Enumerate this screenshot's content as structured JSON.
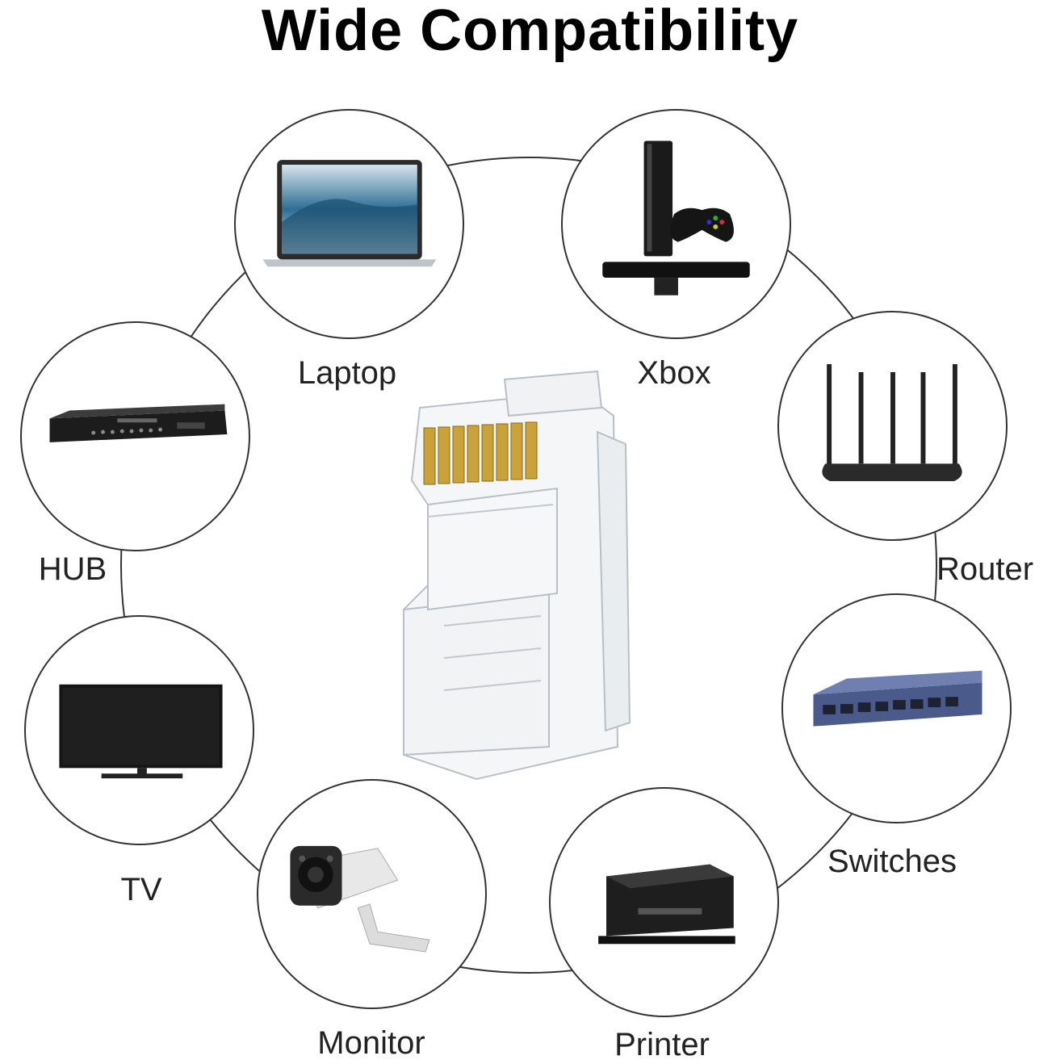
{
  "title": "Wide Compatibility",
  "devices": [
    {
      "key": "laptop",
      "label": "Laptop",
      "icon": "laptop-icon"
    },
    {
      "key": "xbox",
      "label": "Xbox",
      "icon": "xbox-console-icon"
    },
    {
      "key": "router",
      "label": "Router",
      "icon": "router-icon"
    },
    {
      "key": "switches",
      "label": "Switches",
      "icon": "network-switch-icon"
    },
    {
      "key": "printer",
      "label": "Printer",
      "icon": "printer-icon"
    },
    {
      "key": "monitor",
      "label": "Monitor",
      "icon": "security-camera-icon"
    },
    {
      "key": "tv",
      "label": "TV",
      "icon": "tv-icon"
    },
    {
      "key": "hub",
      "label": "HUB",
      "icon": "hub-icon"
    }
  ],
  "center": {
    "icon": "rj45-connector-icon"
  },
  "colors": {
    "ring": "#333333",
    "text": "#222222",
    "gold": "#c9a23a",
    "clear_plastic": "#e8ecef"
  }
}
